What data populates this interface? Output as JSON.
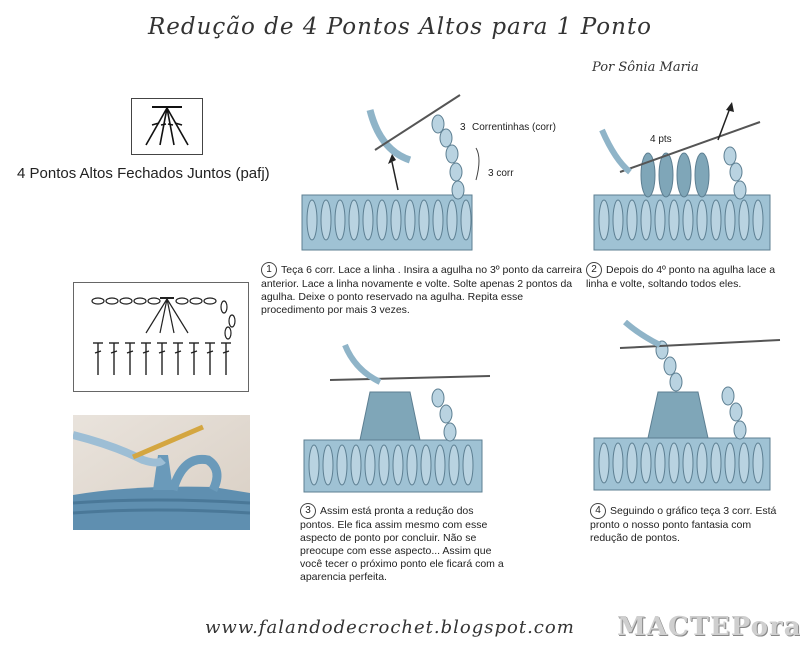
{
  "title": "Redução de 4 Pontos Altos para 1 Ponto",
  "author": "Por Sônia Maria",
  "stitch_name": "4 Pontos Altos Fechados Juntos (pafj)",
  "steps": [
    {
      "number": "1",
      "text": "Teça 6 corr. Lace a linha . Insira a agulha no 3º ponto da carreira anterior. Lace a linha novamente e volte. Solte apenas 2 pontos da agulha. Deixe o ponto reservado na agulha. Repita esse procedimento por mais 3 vezes."
    },
    {
      "number": "2",
      "text": "Depois do 4º ponto na agulha lace a linha e volte, soltando todos eles."
    },
    {
      "number": "3",
      "text": "Assim está pronta a redução dos pontos. Ele fica assim mesmo com esse aspecto de ponto por concluir. Não se preocupe com esse aspecto... Assim que você tecer o próximo ponto ele ficará com a aparencia perfeita."
    },
    {
      "number": "4",
      "text": "Seguindo o gráfico teça 3 corr. Está pronto o nosso ponto fantasia com redução de pontos."
    }
  ],
  "annotations": {
    "chains_top_num": "3",
    "chains_top_text": "Correntinhas (corr)",
    "chains_side": "3 corr",
    "pts_label": "4 pts"
  },
  "footer_url": "www.falandodecrochet.blogspot.com",
  "watermark": "MACTEPoraя",
  "colors": {
    "yarn": "#8fb4c8",
    "yarn_dark": "#5d7f92",
    "hook": "#c8a34a",
    "cluster": "#7fa6b8"
  }
}
